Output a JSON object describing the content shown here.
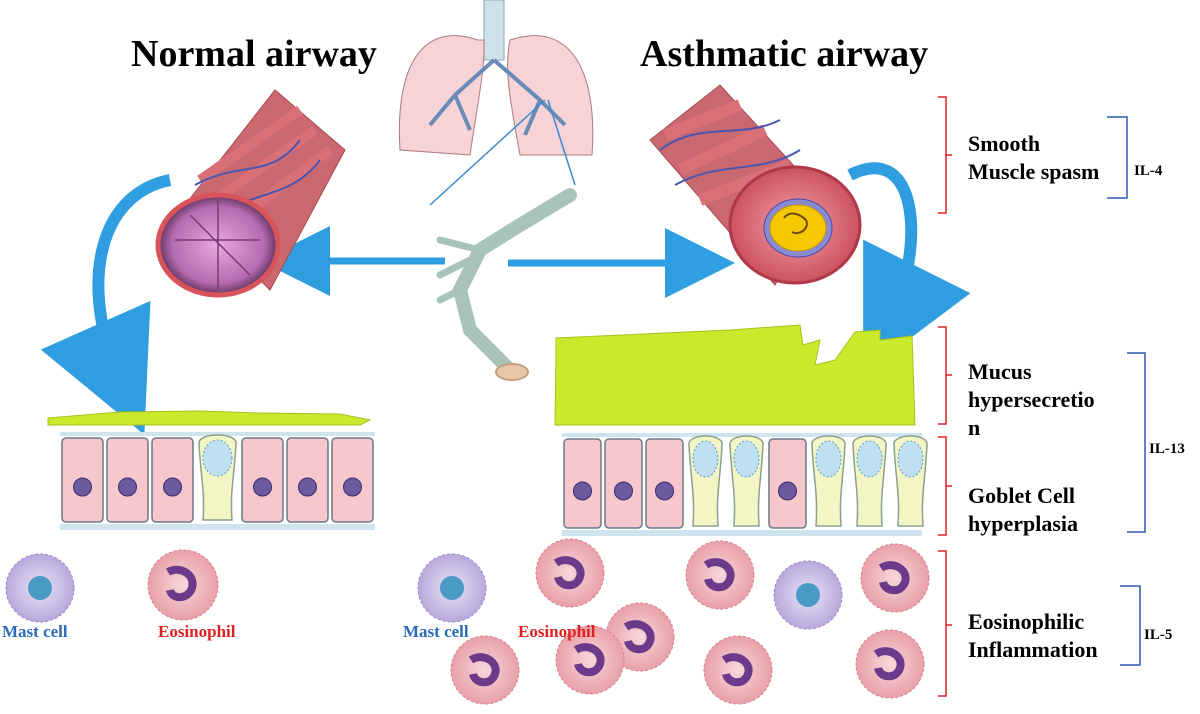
{
  "titles": {
    "normal": "Normal airway",
    "asthmatic": "Asthmatic airway"
  },
  "labels": {
    "smooth_muscle": [
      "Smooth",
      "Muscle spasm"
    ],
    "mucus": [
      "Mucus",
      "hypersecretio",
      "n"
    ],
    "goblet": [
      "Goblet Cell",
      "hyperplasia"
    ],
    "eosinophilic": [
      "Eosinophilic",
      "Inflammation"
    ]
  },
  "interleukins": {
    "il4": "IL-4",
    "il13": "IL-13",
    "il5": "IL-5"
  },
  "cells": {
    "normal_mast": "Mast cell",
    "normal_eos": "Eosinophil",
    "asthma_mast": "Mast cell",
    "asthma_eos": "Eosinophil"
  },
  "colors": {
    "arrow": "#2f9ee0",
    "bracket_red": "#e02020",
    "bracket_blue": "#2a5db0",
    "mucus": "#c8ea2a",
    "cell_pink": "#f6c7cc",
    "goblet": "#f3f5c4",
    "nucleus": "#6b5a9e",
    "airway_red": "#d9545a",
    "airway_vein": "#4a55b0",
    "lung": "#f5d3d6"
  }
}
